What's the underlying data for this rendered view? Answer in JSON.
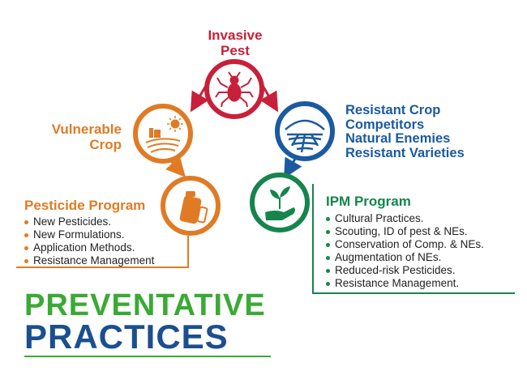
{
  "nodes": {
    "invasive_pest": {
      "label_line1": "Invasive",
      "label_line2": "Pest",
      "icon": "bug-icon",
      "color": "#c8203a"
    },
    "vulnerable_crop": {
      "label_line1": "Vulnerable",
      "label_line2": "Crop",
      "icon": "crop-field-sun-icon",
      "color": "#e07b25"
    },
    "resistant_crop": {
      "lines": [
        "Resistant Crop",
        "Competitors",
        "Natural Enemies",
        "Resistant Varieties"
      ],
      "icon": "striped-globe-icon",
      "color": "#1b5aa0"
    },
    "pesticide_program": {
      "title": "Pesticide Program",
      "icon": "pesticide-containers-icon",
      "color": "#e07b25",
      "items": [
        "New Pesticides.",
        "New Formulations.",
        "Application Methods.",
        "Resistance Management"
      ]
    },
    "ipm_program": {
      "title": "IPM Program",
      "icon": "hand-plant-icon",
      "color": "#15854c",
      "items": [
        "Cultural Practices.",
        "Scouting, ID of pest & NEs.",
        "Conservation of Comp. & NEs.",
        "Augmentation of NEs.",
        "Reduced-risk Pesticides.",
        "Resistance Management."
      ]
    }
  },
  "heading": {
    "line1": "PREVENTATIVE",
    "line2": "PRACTICES",
    "color1": "#3aaa35",
    "color2": "#1b4f8f"
  }
}
